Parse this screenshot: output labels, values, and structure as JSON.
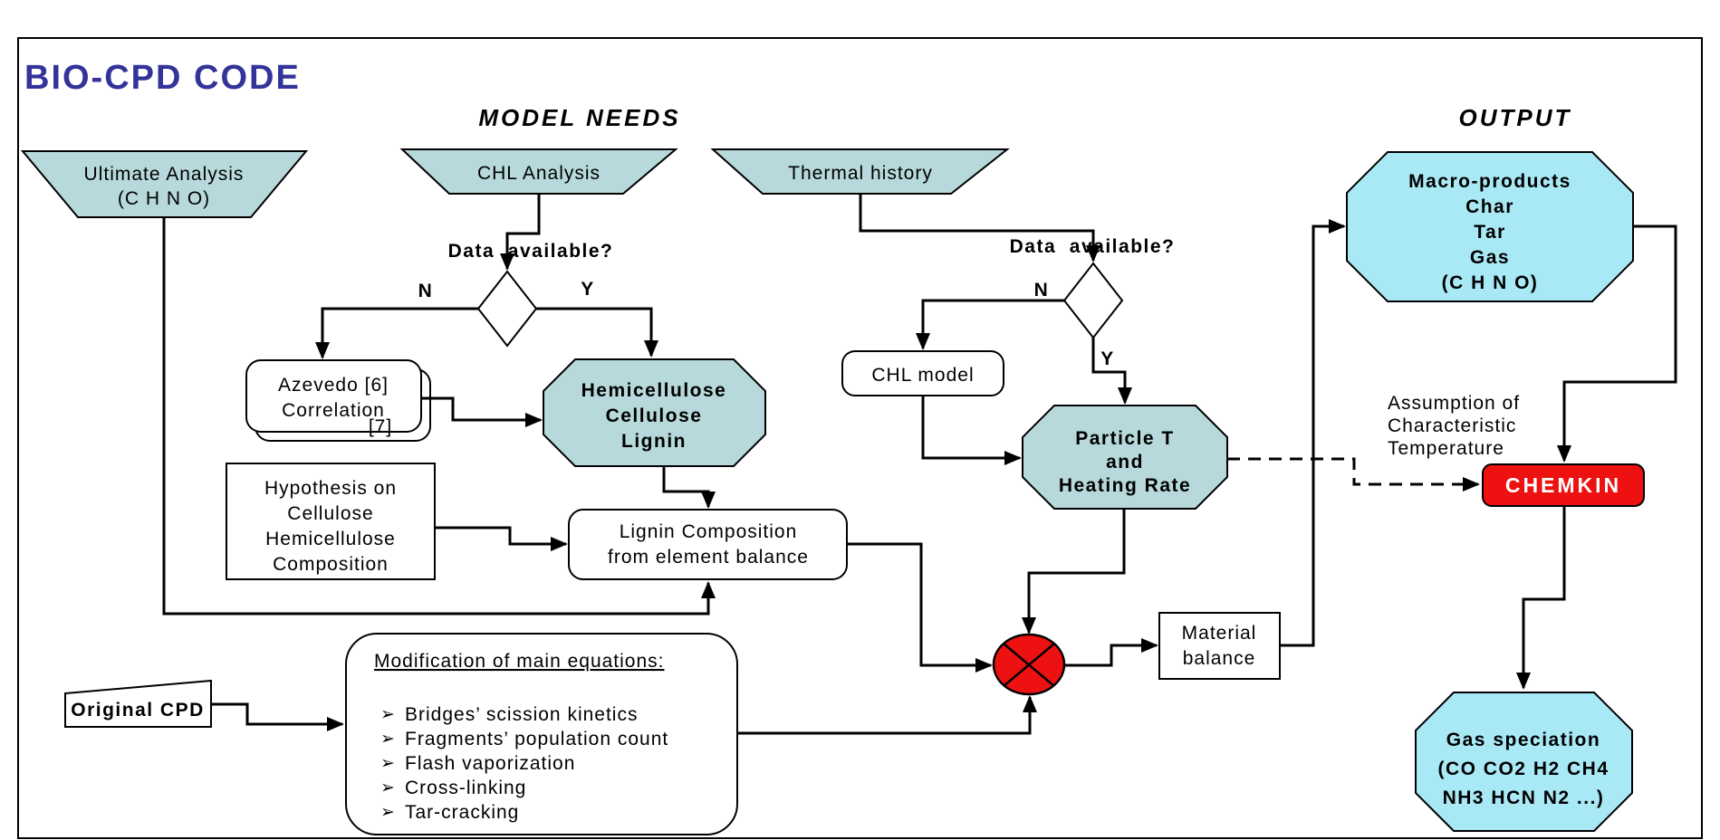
{
  "page": {
    "title": "BIO-CPD CODE"
  },
  "headings": {
    "model_needs": "MODEL NEEDS",
    "output": "OUTPUT"
  },
  "decisions": {
    "left": {
      "question": "Data  available?",
      "no": "N",
      "yes": "Y"
    },
    "right": {
      "question": "Data  available?",
      "no": "N",
      "yes": "Y"
    }
  },
  "nodes": {
    "ultimate_analysis": {
      "lines": [
        "Ultimate Analysis",
        "(C H N O)"
      ]
    },
    "chl_analysis": {
      "label": "CHL Analysis"
    },
    "thermal_history": {
      "label": "Thermal history"
    },
    "azevedo_correlation": {
      "lines": [
        "Azevedo [6]",
        "Correlation"
      ],
      "ref": "[7]"
    },
    "hemicellulose_cellulose_lignin": {
      "lines": [
        "Hemicellulose",
        "Cellulose",
        "Lignin"
      ]
    },
    "chl_model": {
      "label": "CHL model"
    },
    "particle_t": {
      "lines": [
        "Particle T",
        "and",
        "Heating Rate"
      ]
    },
    "hypothesis": {
      "lines": [
        "Hypothesis on",
        "Cellulose",
        "Hemicellulose",
        "Composition"
      ]
    },
    "lignin_composition": {
      "lines": [
        "Lignin Composition",
        "from element balance"
      ]
    },
    "original_cpd": {
      "label": "Original CPD"
    },
    "modification": {
      "title": "Modification of main equations:",
      "bullet_char": "➢",
      "bullets": [
        "Bridges’ scission kinetics",
        "Fragments’ population count",
        "Flash vaporization",
        "Cross-linking",
        "Tar-cracking"
      ]
    },
    "material_balance": {
      "lines": [
        "Material",
        "balance"
      ]
    },
    "macro_products": {
      "lines": [
        "Macro-products",
        "Char",
        "Tar",
        "Gas",
        "(C H N O)"
      ]
    },
    "assumption": {
      "lines": [
        "Assumption of",
        "Characteristic",
        "Temperature"
      ]
    },
    "chemkin": {
      "label": "CHEMKIN"
    },
    "gas_speciation": {
      "lines": [
        "Gas speciation",
        "(CO CO2 H2 CH4",
        "NH3 HCN N2 ...)"
      ]
    }
  },
  "colors": {
    "teal": "#b7d9db",
    "cyan": "#a9e9f6",
    "red": "#ee1111",
    "title": "#333399",
    "line": "#000000"
  }
}
